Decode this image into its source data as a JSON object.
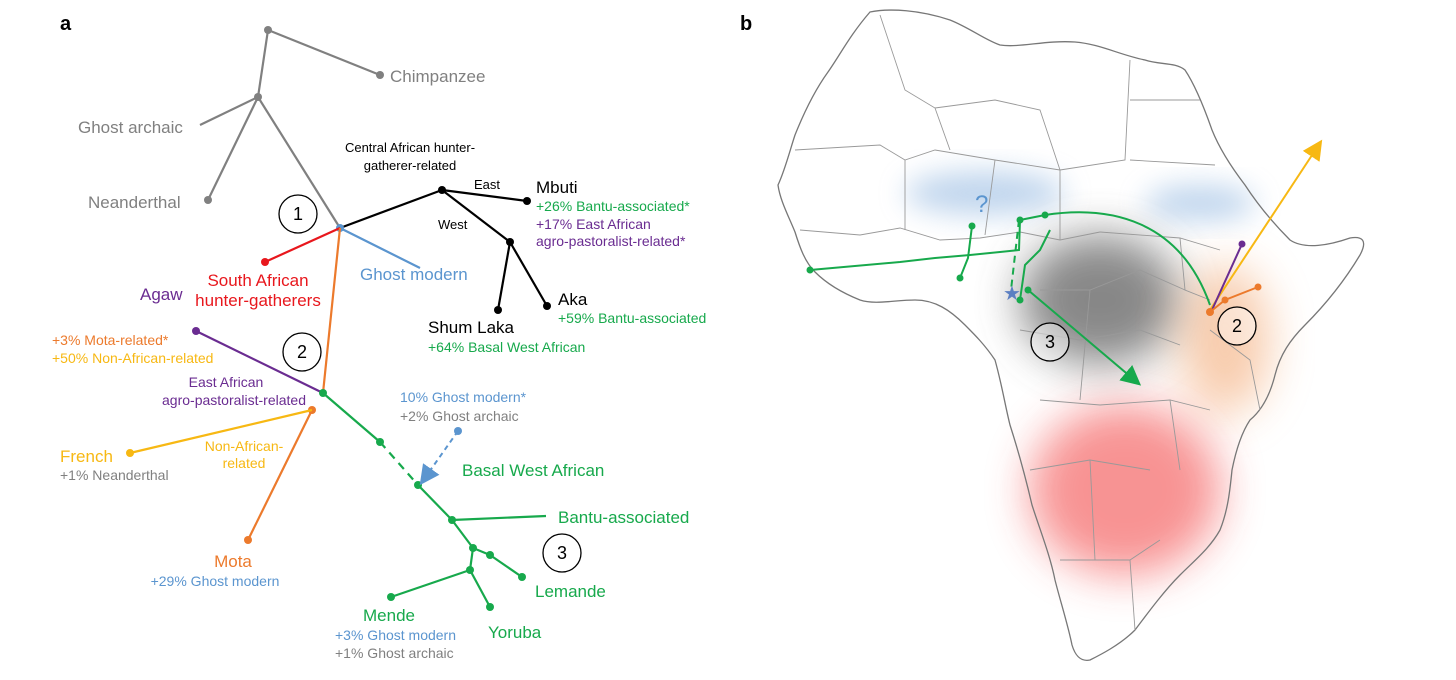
{
  "panel_a": {
    "letter": "a",
    "labels": {
      "chimpanzee": "Chimpanzee",
      "ghost_archaic": "Ghost archaic",
      "neanderthal": "Neanderthal",
      "central_african_1": "Central African hunter-",
      "central_african_2": "gatherer-related",
      "east": "East",
      "west": "West",
      "mbuti": "Mbuti",
      "mbuti_add1": "+26% Bantu-associated*",
      "mbuti_add2": "+17% East African",
      "mbuti_add3": "agro-pastoralist-related*",
      "aka": "Aka",
      "aka_add": "+59% Bantu-associated",
      "shum_laka": "Shum Laka",
      "shum_laka_add": "+64% Basal West African",
      "ghost_modern": "Ghost modern",
      "south_african_1": "South African",
      "south_african_2": "hunter-gatherers",
      "agaw": "Agaw",
      "agaw_add1": "+3% Mota-related*",
      "agaw_add2": "+50% Non-African-related",
      "east_african_1": "East African",
      "east_african_2": "agro-pastoralist-related",
      "french": "French",
      "french_add": "+1% Neanderthal",
      "non_african_1": "Non-African-",
      "non_african_2": "related",
      "mota": "Mota",
      "mota_add": "+29% Ghost modern",
      "ghost_in1": "10% Ghost modern*",
      "ghost_in2": "+2% Ghost archaic",
      "basal_west_african": "Basal West African",
      "bantu_associated": "Bantu-associated",
      "lemande": "Lemande",
      "mende": "Mende",
      "mende_add1": "+3% Ghost modern",
      "mende_add2": "+1% Ghost archaic",
      "yoruba": "Yoruba"
    },
    "circled": [
      "1",
      "2",
      "3"
    ]
  },
  "panel_b": {
    "letter": "b",
    "question": "?",
    "circled": [
      "3",
      "2"
    ]
  },
  "colors": {
    "grey": "#808080",
    "black": "#000000",
    "red": "#e8171d",
    "blue": "#5b95cf",
    "orange": "#ec7a2c",
    "purple": "#6a2c91",
    "yellow": "#f7b813",
    "green": "#17a94c"
  }
}
